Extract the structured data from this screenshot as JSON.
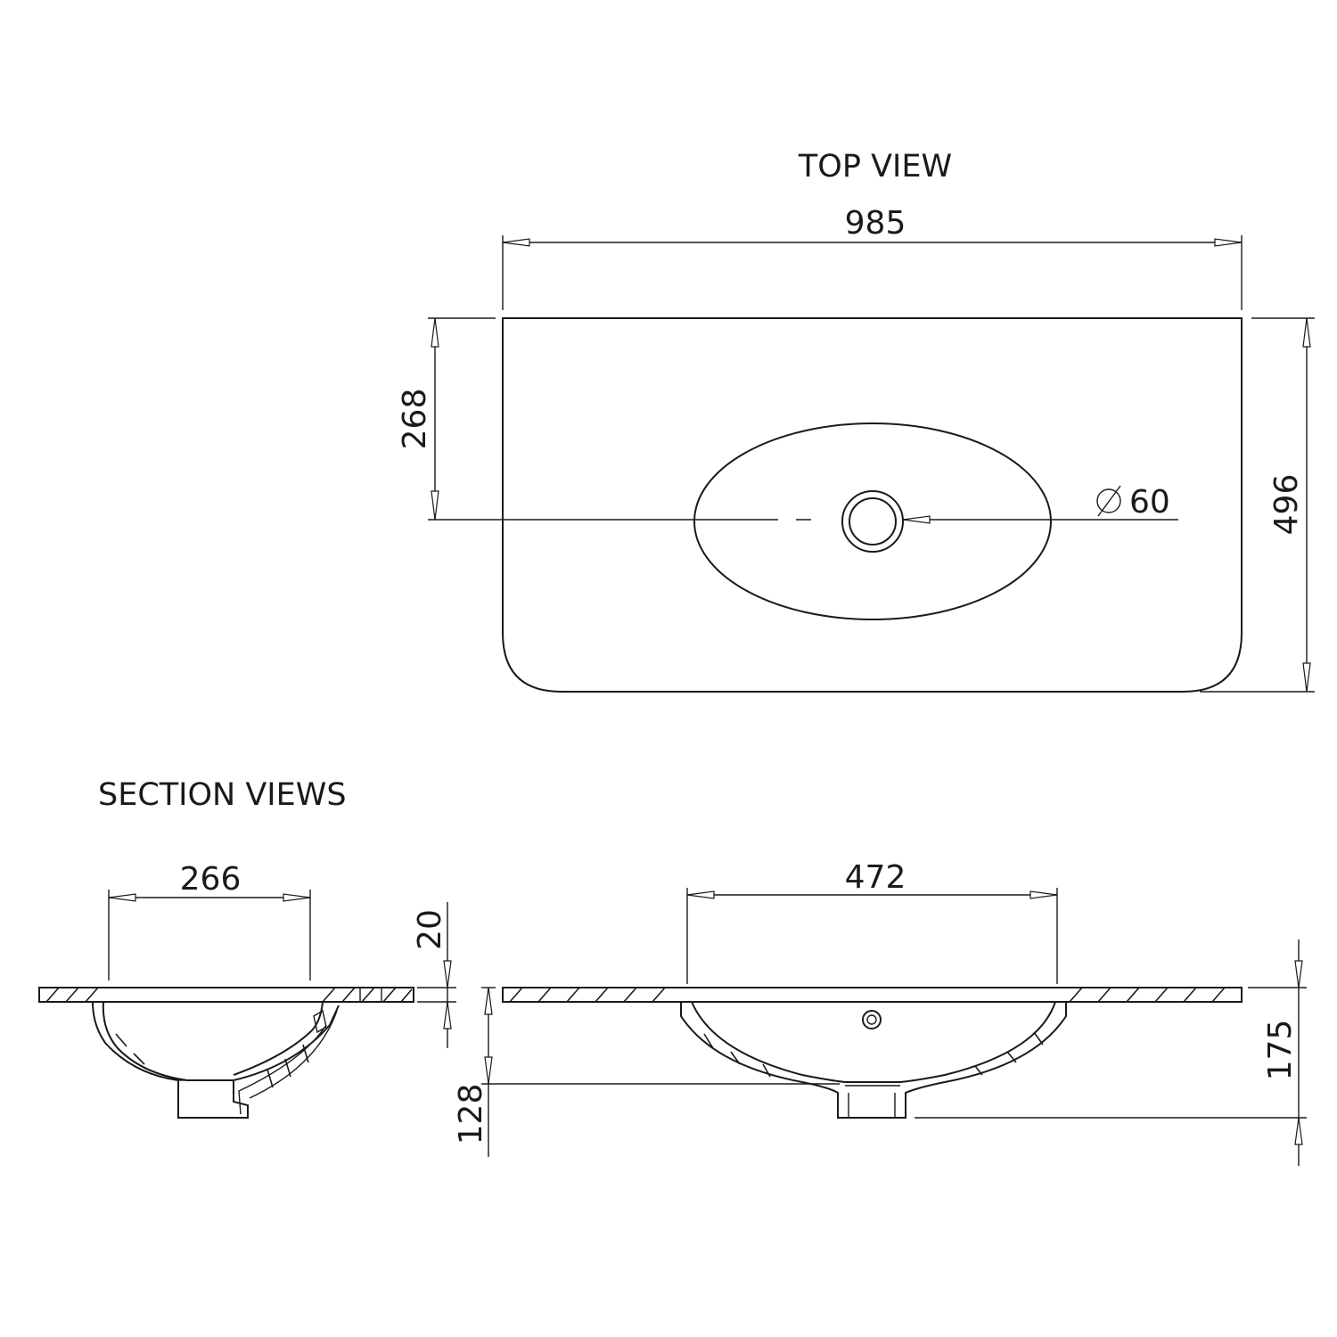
{
  "headings": {
    "top_view": "TOP VIEW",
    "section_views": "SECTION VIEWS"
  },
  "dimensions": {
    "overall_width": "985",
    "overall_depth": "496",
    "front_to_waste": "268",
    "waste_diameter": "60",
    "bowl_width_section": "266",
    "bowl_length_section": "472",
    "top_thickness": "20",
    "bowl_depth": "128",
    "overall_height": "175"
  },
  "colors": {
    "line": "#1a1a1a",
    "background": "#ffffff"
  }
}
